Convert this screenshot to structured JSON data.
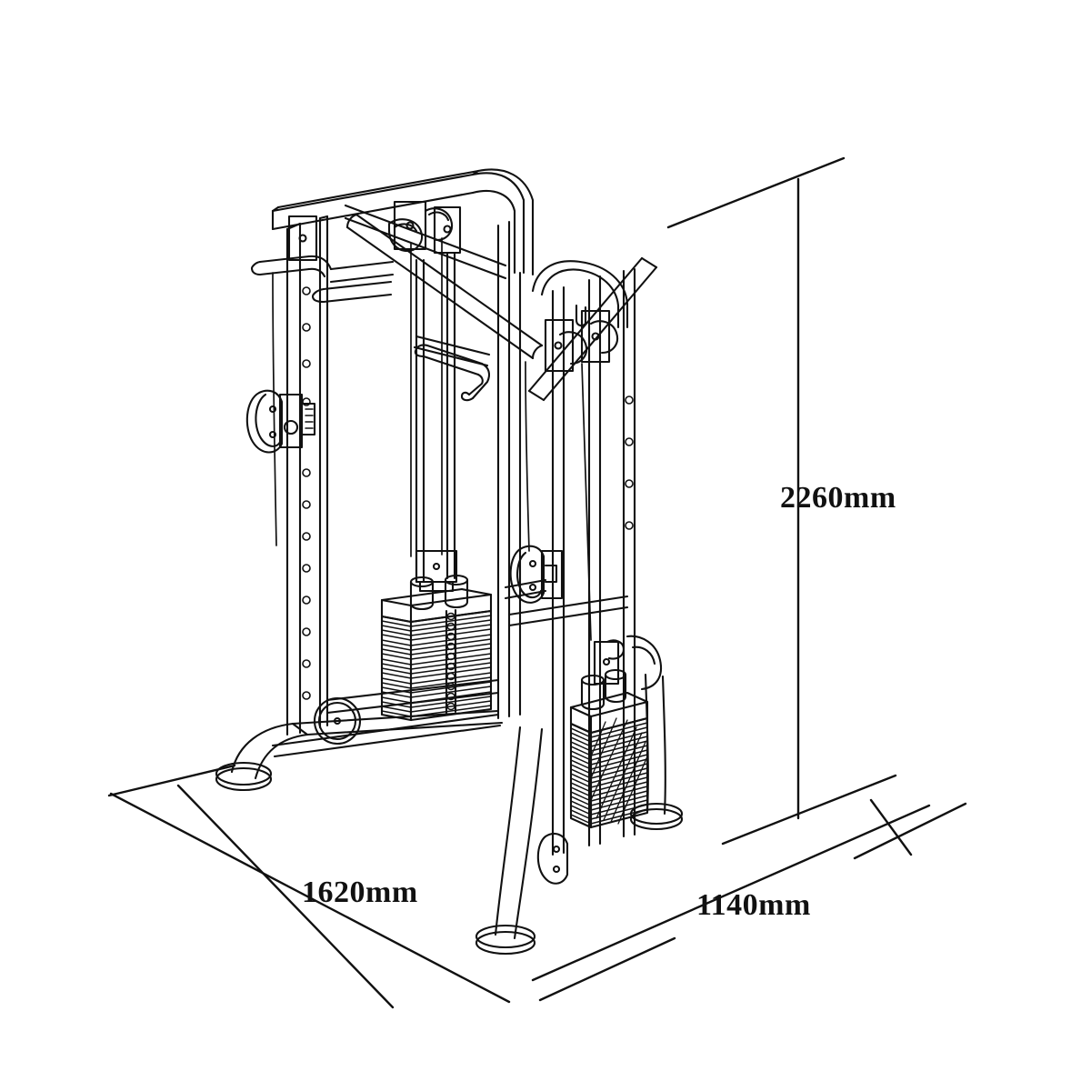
{
  "document": {
    "type": "technical-line-drawing",
    "subject": "Dual-stack functional trainer cable crossover machine",
    "background_color": "#ffffff",
    "line_color": "#111111",
    "view": "isometric"
  },
  "dimensions": {
    "height": {
      "label": "2260mm",
      "value": 2260,
      "unit": "mm",
      "axis": "vertical",
      "position": "right"
    },
    "width": {
      "label": "1620mm",
      "value": 1620,
      "unit": "mm",
      "axis": "horizontal-left",
      "position": "bottom-left"
    },
    "depth": {
      "label": "1140mm",
      "value": 1140,
      "unit": "mm",
      "axis": "horizontal-right",
      "position": "bottom-right"
    }
  },
  "machine": {
    "components": [
      {
        "name": "top-frame",
        "label": "Top frame beam"
      },
      {
        "name": "pull-up-bar",
        "label": "Multi-grip pull-up bar"
      },
      {
        "name": "left-column",
        "label": "Left vertical column"
      },
      {
        "name": "right-column",
        "label": "Right vertical column"
      },
      {
        "name": "weight-stack-left",
        "label": "Left weight stack",
        "plates": 20
      },
      {
        "name": "weight-stack-right",
        "label": "Right weight stack",
        "plates": 20
      },
      {
        "name": "pulley-left",
        "label": "Left adjustable pulley"
      },
      {
        "name": "pulley-right",
        "label": "Right adjustable pulley"
      },
      {
        "name": "base-left",
        "label": "Left base foot"
      },
      {
        "name": "base-front",
        "label": "Front base foot"
      },
      {
        "name": "base-right",
        "label": "Right base foot"
      },
      {
        "name": "guide-rods",
        "label": "Weight stack guide rods"
      },
      {
        "name": "adjustment-rail",
        "label": "Pulley adjustment rail"
      }
    ]
  }
}
